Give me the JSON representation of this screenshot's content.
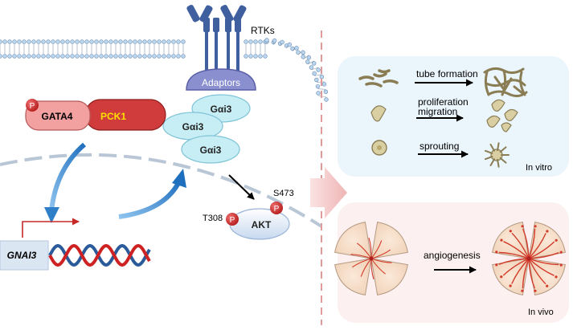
{
  "membrane": {
    "receptor_label": "RTKs"
  },
  "signaling": {
    "adaptors": "Adaptors",
    "g_alpha_i3": [
      "Gαi3",
      "Gαi3",
      "Gαi3"
    ],
    "akt": "AKT",
    "phospho_sites": {
      "t308": "T308",
      "s473": "S473"
    },
    "phospho_mark": "P"
  },
  "transcription": {
    "gata4": "GATA4",
    "pck1": "PCK1",
    "gene": "GNAI3"
  },
  "in_vitro": {
    "panel_label": "In vitro",
    "processes": [
      "tube formation",
      "proliferation",
      "migration",
      "sprouting"
    ]
  },
  "in_vivo": {
    "panel_label": "In vivo",
    "process": "angiogenesis"
  },
  "colors": {
    "panel_blue": "#eaf5fc",
    "panel_pink": "#fcf0f0",
    "adaptors_fill": "#8a8fd0",
    "gai3_fill": "#c7eef5",
    "gata4_fill": "#f2a0a0",
    "pck1_fill": "#d03c3c",
    "pck1_text": "#ffe000",
    "phospho": "#c62828",
    "akt_fill": "#dce8f6",
    "arrow_blue": "#2f7fc8",
    "receptor": "#3f5f9f",
    "dna_red": "#cc2222",
    "dna_blue": "#2a5a9a",
    "divider": "#e09a9a"
  }
}
